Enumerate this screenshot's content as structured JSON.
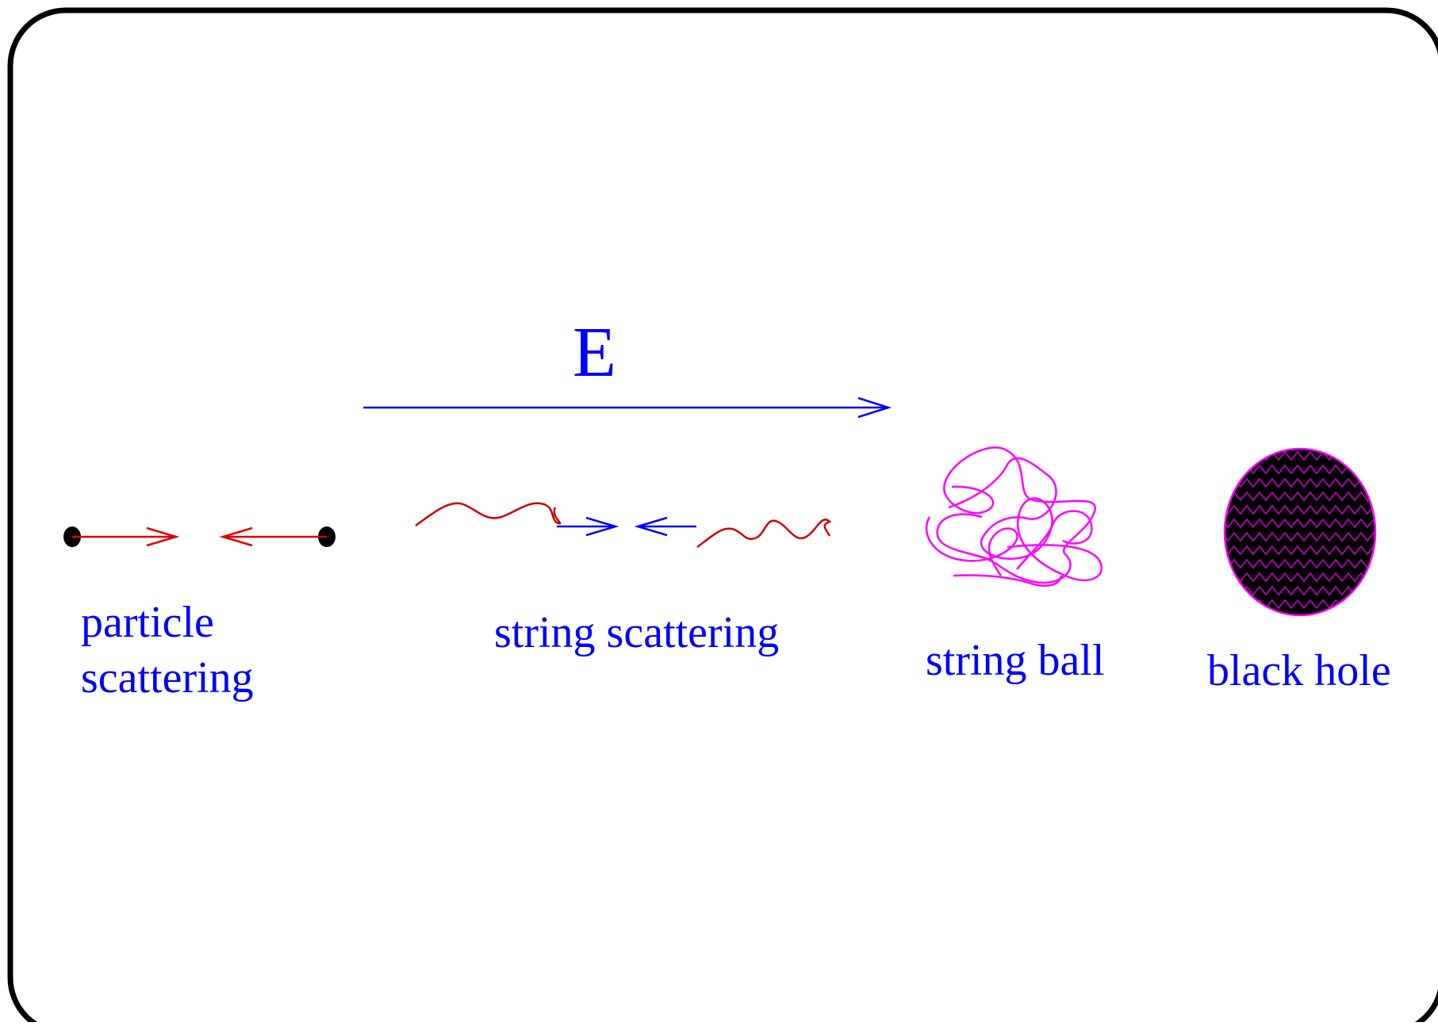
{
  "diagram": {
    "energy_label": "E",
    "labels": {
      "particle_scattering_line1": "particle",
      "particle_scattering_line2": "scattering",
      "string_scattering": "string scattering",
      "string_ball": "string ball",
      "black_hole": "black hole"
    },
    "colors": {
      "frame": "#000000",
      "text": "#0000ff",
      "energy_arrow": "#0000ff",
      "particle": "#000000",
      "particle_arrow": "#e00000",
      "string": "#cc0000",
      "string_arrow": "#0000ff",
      "string_ball": "#ff00ff",
      "black_hole_fill": "#000000",
      "black_hole_pattern": "#cc00cc"
    }
  }
}
